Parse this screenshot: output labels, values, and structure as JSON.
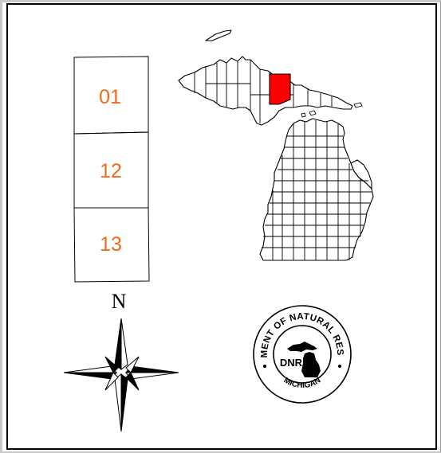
{
  "index_sheets": [
    {
      "label": "01"
    },
    {
      "label": "12"
    },
    {
      "label": "13"
    }
  ],
  "north_arrow": {
    "letter": "N",
    "icon": "compass-rose-icon"
  },
  "locator_map": {
    "icon": "michigan-county-map-icon",
    "highlight_color": "#ff0000",
    "outline_color": "#000000"
  },
  "seal": {
    "icon": "dnr-seal-icon",
    "center_text": "DNR",
    "ring_top_text": "DEPARTMENT OF NATURAL RESOURCES",
    "ring_bottom_text": "MICHIGAN"
  },
  "colors": {
    "sheet_label": "#f06a1a",
    "frame": "#000000"
  }
}
